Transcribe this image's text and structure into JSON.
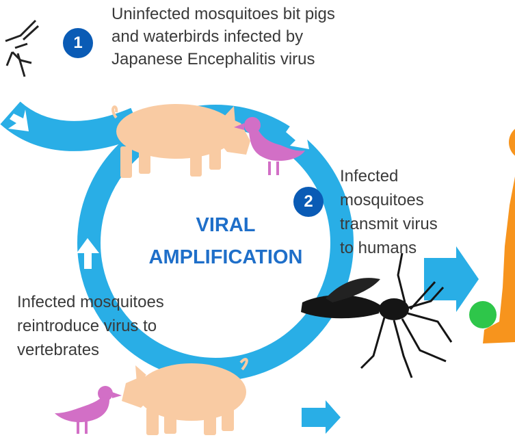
{
  "steps": [
    {
      "number": "1",
      "text": "Uninfected mosquitoes bit pigs\nand waterbirds infected by\nJapanese Encephalitis virus"
    },
    {
      "number": "2",
      "text": "Infected\nmosquitoes\ntransmit virus\nto humans"
    }
  ],
  "center": {
    "line1": "VIRAL",
    "line2": "AMPLIFICATION"
  },
  "reintroduce_text": "Infected mosquitoes\nreintroduce virus to\nvertebrates",
  "colors": {
    "cycle_blue": "#29aee6",
    "badge_blue": "#0a5bb5",
    "title_blue": "#1f6fc9",
    "pig": "#f9cba3",
    "duck": "#d26fc6",
    "human": "#f7941d",
    "green_dot": "#2ec64a",
    "mosquito": "#151515",
    "text": "#3a3a3a"
  },
  "icons": [
    "pig-icon",
    "duck-icon",
    "mosquito-icon",
    "human-icon",
    "arrow-icon"
  ]
}
